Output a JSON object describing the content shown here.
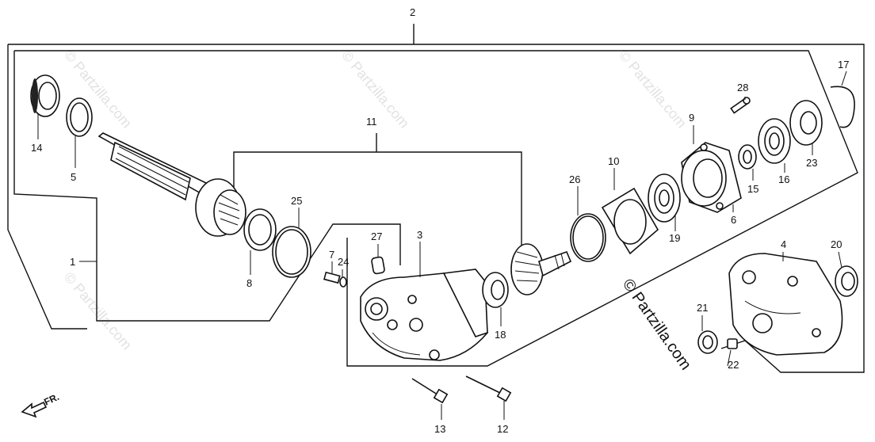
{
  "labels": {
    "p1": "1",
    "p2": "2",
    "p3": "3",
    "p4": "4",
    "p5": "5",
    "p6": "6",
    "p7": "7",
    "p8": "8",
    "p9": "9",
    "p10": "10",
    "p11": "11",
    "p12": "12",
    "p13": "13",
    "p14": "14",
    "p15": "15",
    "p16": "16",
    "p17": "17",
    "p18": "18",
    "p19": "19",
    "p20": "20",
    "p21": "21",
    "p22": "22",
    "p23": "23",
    "p24": "24",
    "p25": "25",
    "p26": "26",
    "p27": "27",
    "p28": "28"
  },
  "direction_label": "FR.",
  "watermark": "© Partzilla.com"
}
